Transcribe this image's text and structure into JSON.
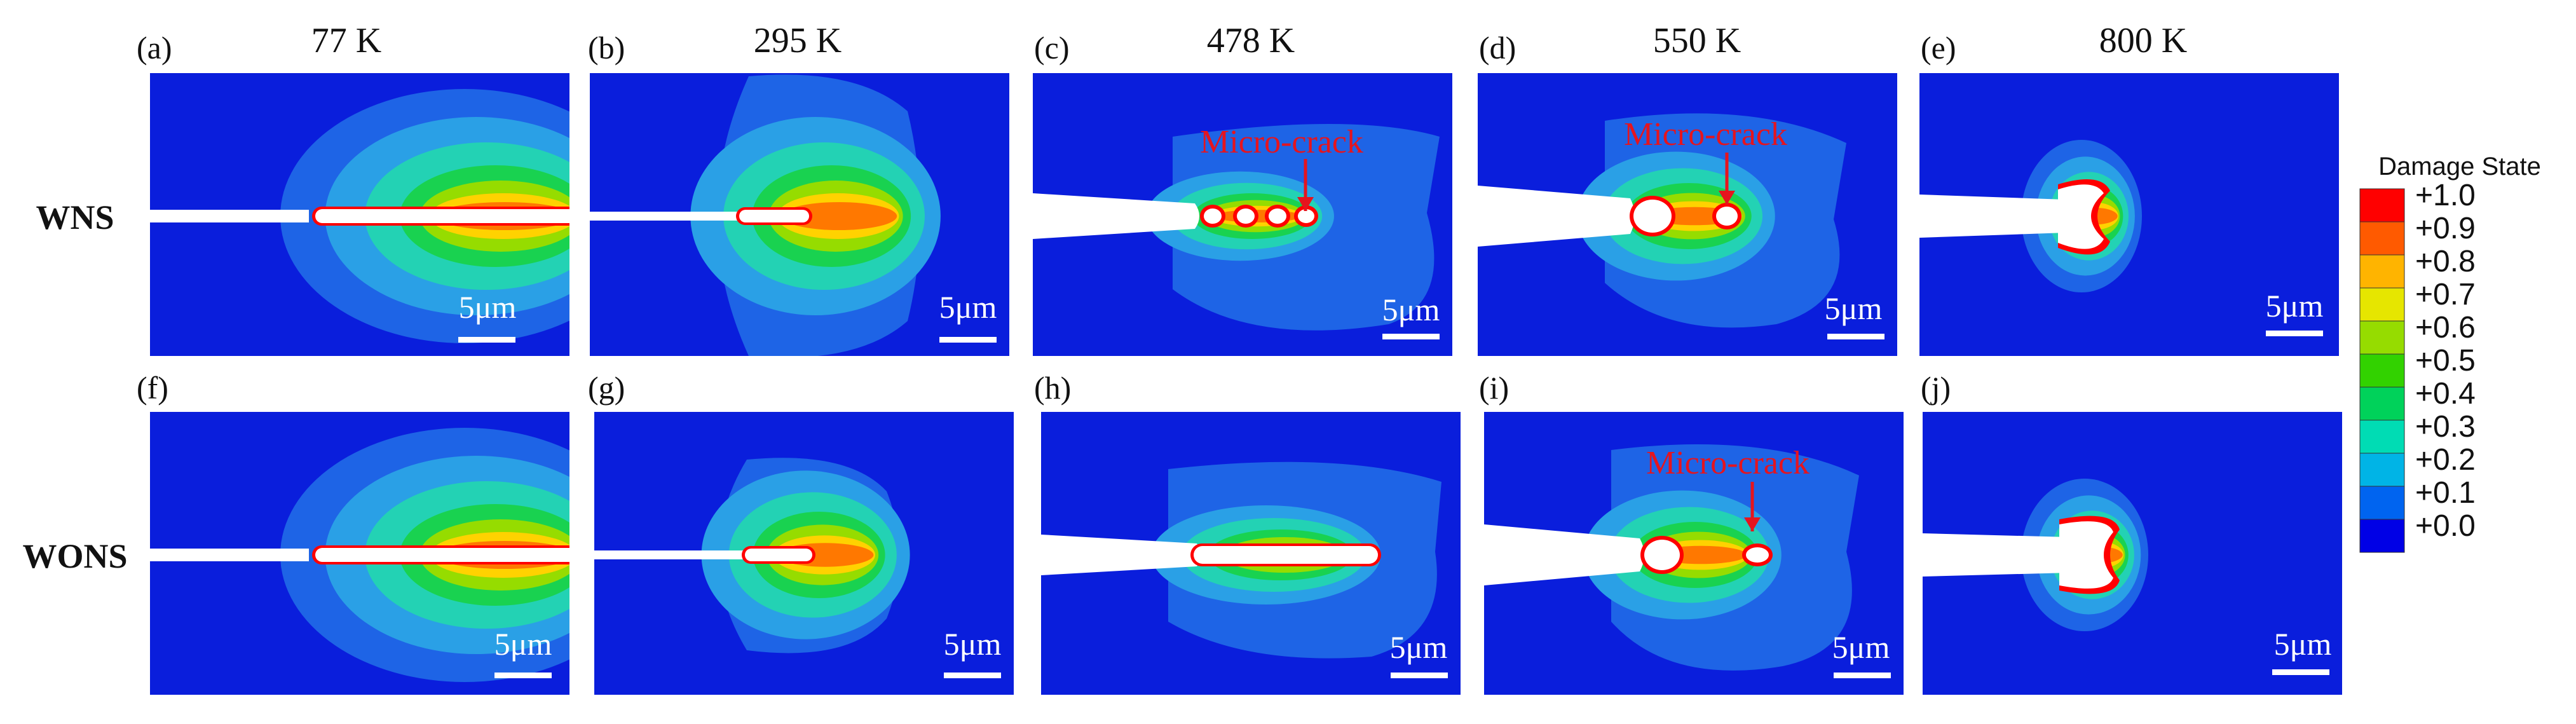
{
  "figure": {
    "temperatures": [
      "77 K",
      "295 K",
      "478 K",
      "550 K",
      "800 K"
    ],
    "rows": [
      {
        "label": "WNS",
        "panels": [
          "(a)",
          "(b)",
          "(c)",
          "(d)",
          "(e)"
        ]
      },
      {
        "label": "WONS",
        "panels": [
          "(f)",
          "(g)",
          "(h)",
          "(i)",
          "(j)"
        ]
      }
    ],
    "scale_bar_label": "5μm",
    "annotation_label": "Micro-crack",
    "annotated_panels": [
      "(c)",
      "(d)",
      "(i)"
    ]
  },
  "legend": {
    "title": "Damage State",
    "entries": [
      "+1.0",
      "+0.9",
      "+0.8",
      "+0.7",
      "+0.6",
      "+0.5",
      "+0.4",
      "+0.3",
      "+0.2",
      "+0.1",
      "+0.0"
    ],
    "colors": [
      "#ff0000",
      "#ff5a00",
      "#ffb400",
      "#e6e600",
      "#96dc00",
      "#32d200",
      "#00d25a",
      "#00dcb4",
      "#00b4e6",
      "#0064f0",
      "#0000e6"
    ]
  },
  "colors": {
    "background": "#0a1edc",
    "zone_outer": "#1e64e6",
    "zone_2": "#2aa0e6",
    "zone_3": "#23d2b4",
    "zone_4": "#19d250",
    "zone_5": "#96dc00",
    "zone_6": "#ffd200",
    "zone_7": "#ff7800",
    "zone_core": "#ff0000",
    "annotation": "#e6141e",
    "crack": "#ffffff"
  }
}
